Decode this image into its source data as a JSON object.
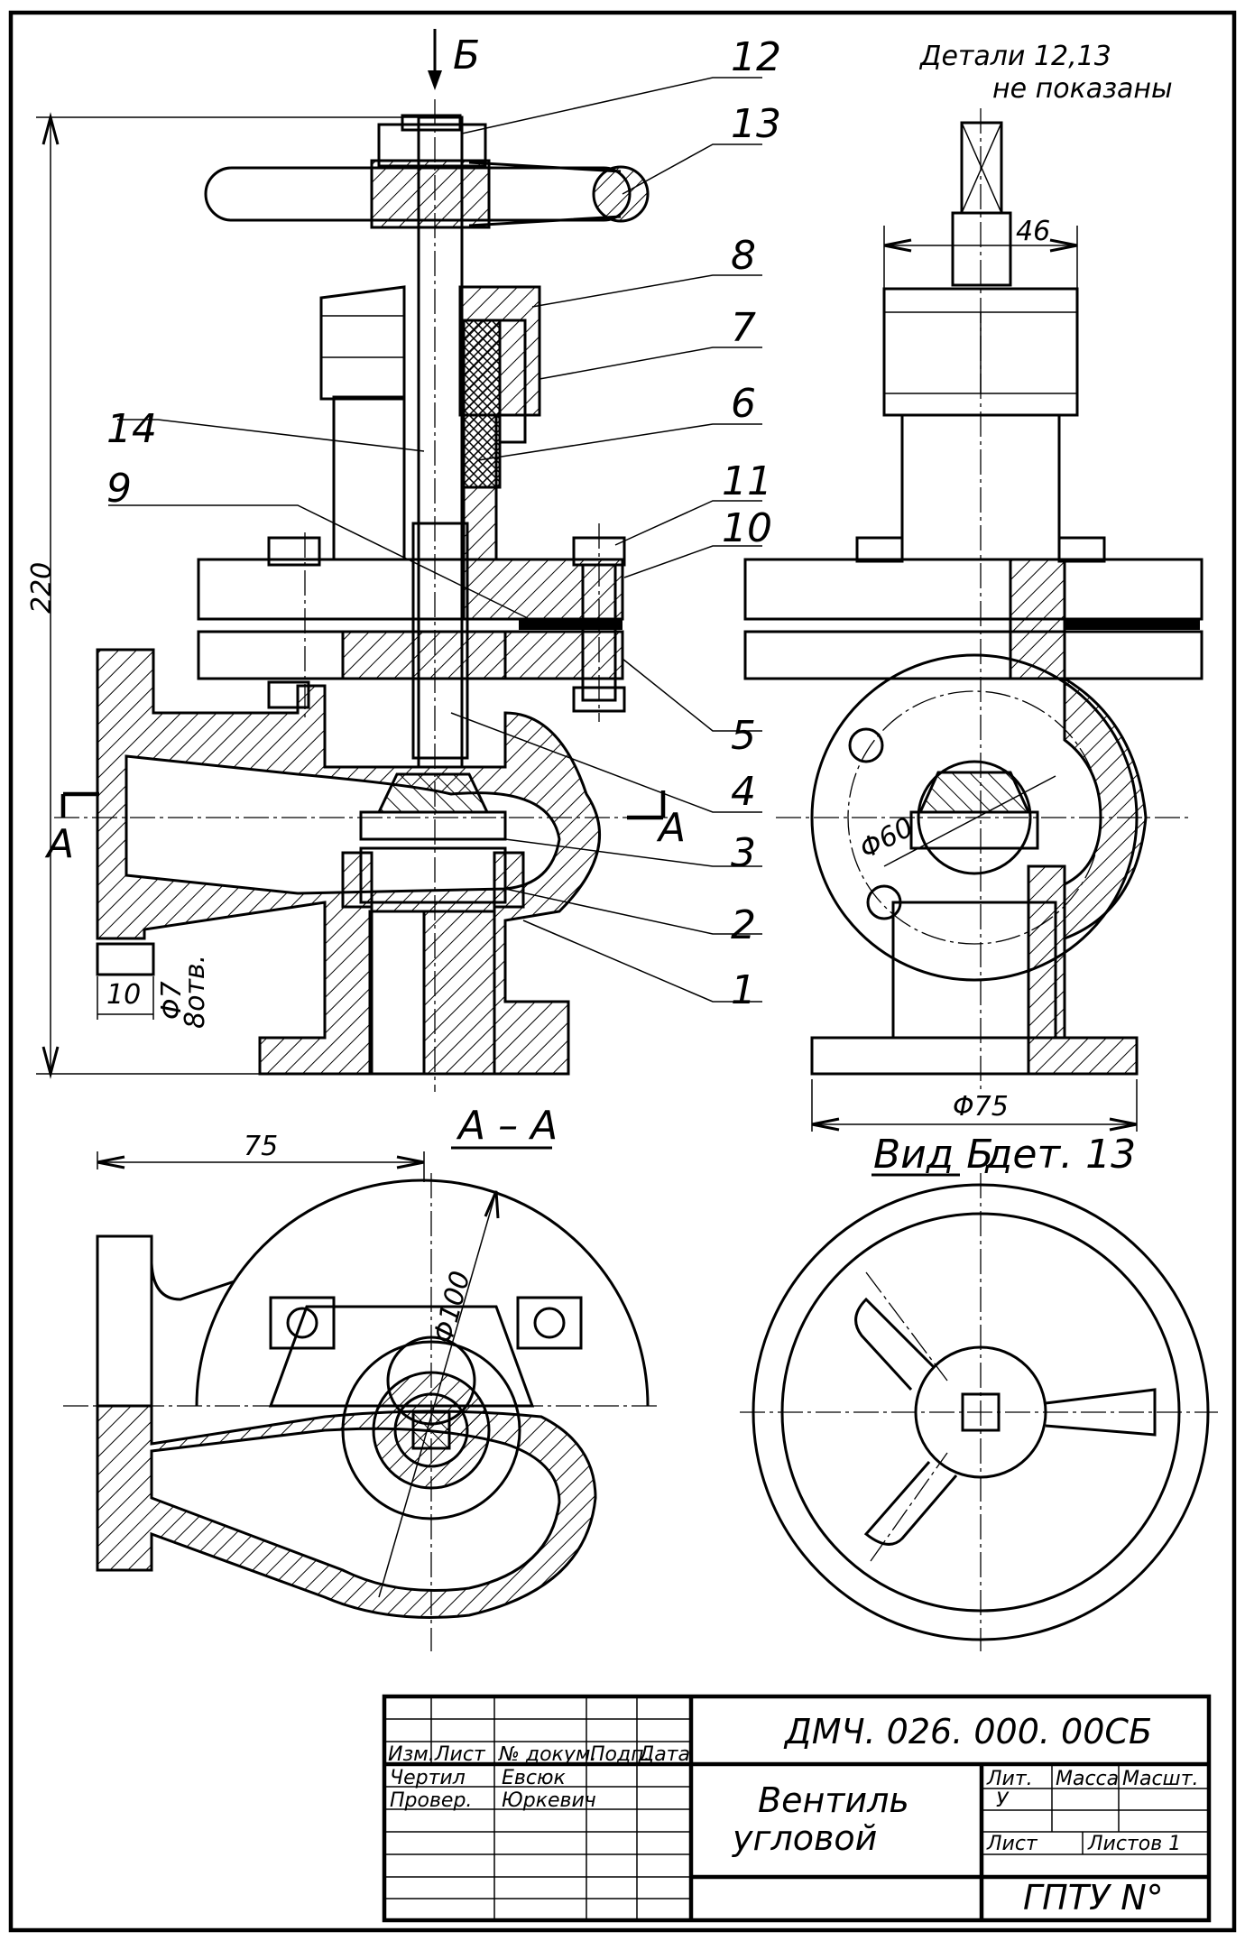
{
  "note": {
    "line1": "Детали  12,13",
    "line2": "не показаны"
  },
  "view_arrow": "Б",
  "section_marks": {
    "left": "А",
    "right": "А"
  },
  "part_numbers": [
    "12",
    "13",
    "8",
    "7",
    "14",
    "6",
    "11",
    "9",
    "10",
    "5",
    "4",
    "3",
    "2",
    "1"
  ],
  "dimensions": {
    "height": "220",
    "stem_width": "46",
    "d60": "Φ60",
    "d75": "Φ75",
    "d100": "Φ100",
    "hole_offset": "10",
    "holes": "Φ7",
    "holes_count": "8отв.",
    "width_75": "75"
  },
  "captions": {
    "section": "А – А",
    "view": "Вид Б",
    "detail": "дет. 13"
  },
  "title_block": {
    "doc_number": "ДМЧ. 026. 000. 00СБ",
    "name_line1": "Вентиль",
    "name_line2": "угловой",
    "headers": [
      "Изм.",
      "Лист",
      "№ докум.",
      "Подп.",
      "Дата"
    ],
    "drawn_label": "Чертил",
    "drawn_name": "Евсюк",
    "checked_label": "Провер.",
    "checked_name": "Юркевич",
    "lit_label": "Лит.",
    "mass_label": "Масса",
    "scale_label": "Масшт.",
    "lit_value": "У",
    "sheet_label": "Лист",
    "sheets_label": "Листов 1",
    "org": "ГПТУ  N°"
  }
}
